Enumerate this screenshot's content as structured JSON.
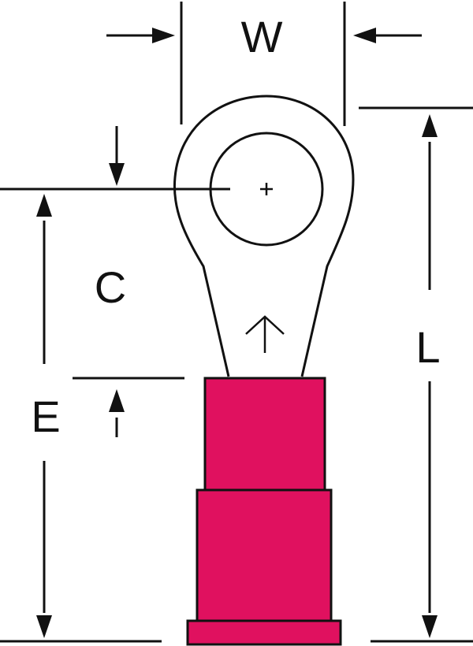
{
  "labels": {
    "width": "W",
    "center": "C",
    "length": "L",
    "entry": "E"
  },
  "colors": {
    "insulation": "#e0115f",
    "outline": "#111111",
    "background": "#ffffff"
  }
}
